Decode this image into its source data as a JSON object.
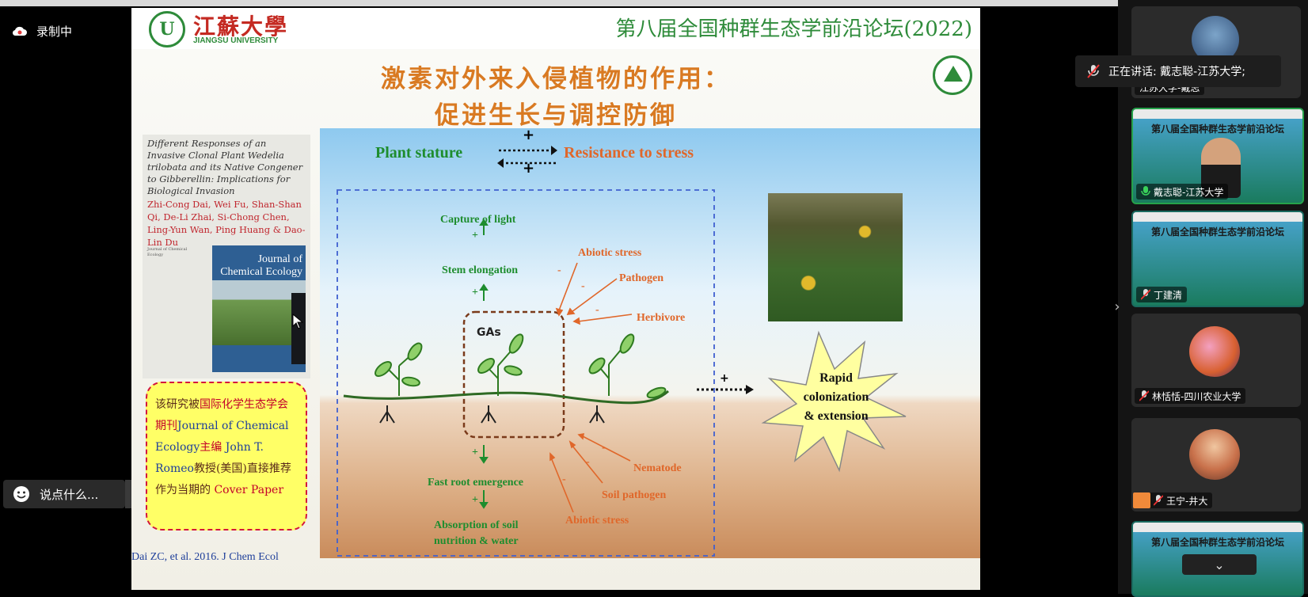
{
  "recording": {
    "label": "录制中"
  },
  "chat": {
    "placeholder": "说点什么..."
  },
  "slide": {
    "university_cn": "江蘇大學",
    "university_en": "JIANGSU UNIVERSITY",
    "logo_letter": "U",
    "forum_title": "第八届全国种群生态学前沿论坛(2022)",
    "headline_1": "激素对外来入侵植物的作用：",
    "headline_2": "促进生长与调控防御",
    "paper": {
      "title": "Different Responses of an Invasive Clonal Plant Wedelia trilobata and its Native Congener to Gibberellin: Implications for Biological Invasion",
      "authors": "Zhi-Cong Dai, Wei Fu, Shan-Shan Qi, De-Li Zhai, Si-Chong Chen, Ling-Yun Wan, Ping Huang & Dao-Lin Du",
      "journal_small": "Journal of Chemical Ecology",
      "journal_name": "Journal of Chemical Ecology"
    },
    "note": {
      "part1": "该研究被",
      "part2": "国际化学生态学会期刊",
      "part3": "Journal of Chemical Ecology",
      "part4": "主编",
      "part5": "John T. Romeo",
      "part6": "教授(美国)直接推荐作为当期的",
      "part7": "Cover Paper"
    },
    "citation": "Dai ZC, et al. 2016. J Chem Ecol",
    "diagram": {
      "plant_stature": "Plant stature",
      "resistance": "Resistance to stress",
      "plus": "+",
      "minus": "-",
      "capture_light": "Capture of light",
      "stem_elongation": "Stem elongation",
      "gas": "GAs",
      "abiotic_stress": "Abiotic stress",
      "pathogen": "Pathogen",
      "herbivore": "Herbivore",
      "fast_root": "Fast root emergence",
      "absorption_1": "Absorption of soil",
      "absorption_2": "nutrition & water",
      "nematode": "Nematode",
      "soil_pathogen": "Soil pathogen",
      "abiotic_stress_2": "Abiotic stress",
      "rapid_1": "Rapid",
      "rapid_2": "colonization",
      "rapid_3": "& extension"
    }
  },
  "meeting": {
    "speaking_label": "正在讲话: 戴志聪-江苏大学;",
    "top_name": "江苏大学-戴志",
    "tile_title": "第八届全国种群生态学前沿论坛",
    "participants": [
      {
        "name": "戴志聪-江苏大学"
      },
      {
        "name": "丁建清"
      },
      {
        "name": "林恬恬-四川农业大学"
      },
      {
        "name": "王宁-井大"
      }
    ]
  },
  "colors": {
    "accent_green": "#26a24a",
    "slide_orange": "#e0672a",
    "slide_green": "#1e8d2e"
  }
}
